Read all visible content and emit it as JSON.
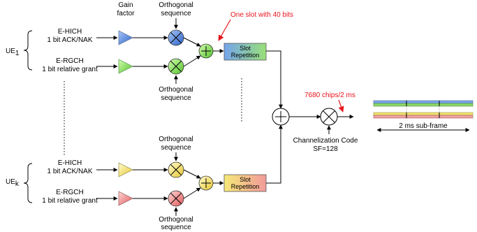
{
  "labels": {
    "gain_factor_line1": "Gain",
    "gain_factor_line2": "factor",
    "orth_seq_line1": "Orthogonal",
    "orth_seq_line2": "sequence",
    "ue1_main": "UE",
    "ue1_sub": "1",
    "uek_main": "UE",
    "uek_sub": "k",
    "ehich_title": "E-HICH",
    "ehich_desc": "1 bit ACK/NAK",
    "ergch_title": "E-RGCH",
    "ergch_desc": "1 bit relative grant",
    "slot_rep_line1": "Slot",
    "slot_rep_line2": "Repetition",
    "one_slot": "One slot with 40 bits",
    "chips": "7680 chips/2 ms",
    "chan_code_line1": "Channelization Code",
    "chan_code_line2": "SF=128",
    "subframe": "2 ms sub-frame"
  },
  "colors": {
    "accent_red": "#e8141c",
    "blue": "#4a7fd8",
    "green": "#8ee85a",
    "yellow": "#f4e060",
    "pink": "#f08a8a",
    "bar_blue": "#7aa6e8",
    "bar_green": "#8ed86a",
    "bar_yellow": "#f2e070",
    "bar_pink": "#f0a0a0"
  }
}
